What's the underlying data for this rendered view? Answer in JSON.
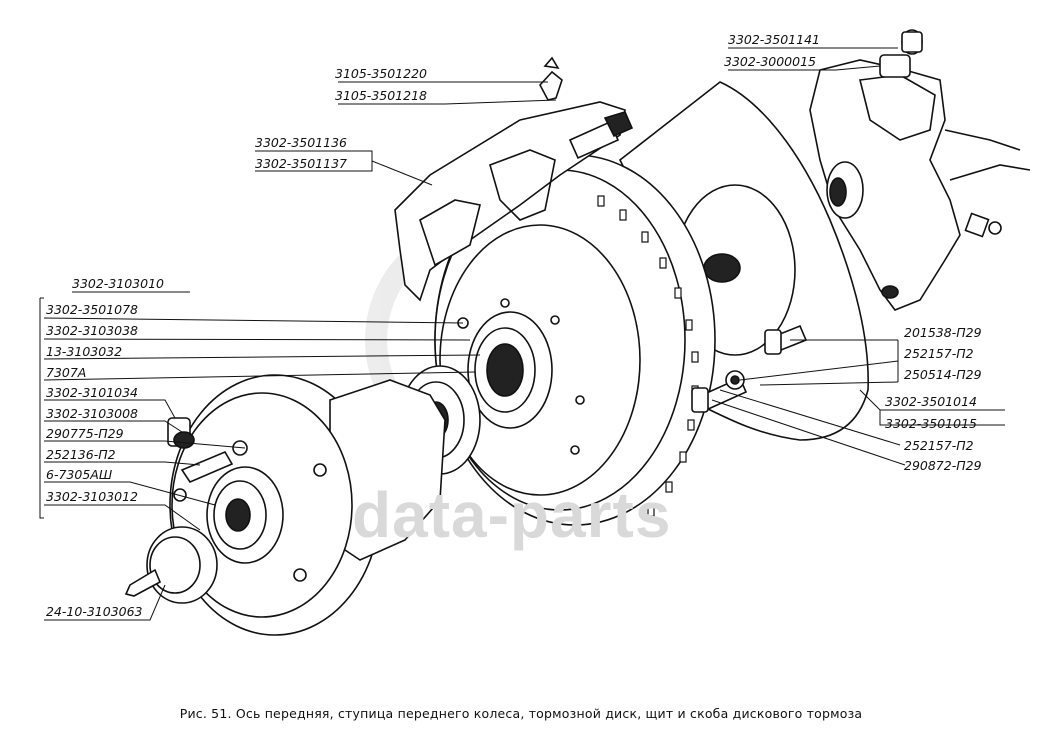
{
  "caption": "Рис. 51. Ось передняя, ступица переднего колеса, тормозной диск, щит и скоба дискового тормоза",
  "watermark": {
    "text": "data-parts",
    "logo_glyph": "dp"
  },
  "callouts": {
    "c3105_3501220": "3105-3501220",
    "c3105_3501218": "3105-3501218",
    "c3302_3501136": "3302-3501136",
    "c3302_3501137": "3302-3501137",
    "c3302_3501141": "3302-3501141",
    "c3302_3000015": "3302-3000015",
    "c3302_3103010": "3302-3103010",
    "c3302_3501078": "3302-3501078",
    "c3302_3103038": "3302-3103038",
    "c13_3103032": "13-3103032",
    "c7307A": "7307A",
    "c3302_3101034": "3302-3101034",
    "c3302_3103008": "3302-3103008",
    "c290775_P29": "290775-П29",
    "c252136_P2": "252136-П2",
    "c6_7305ASh": "6-7305АШ",
    "c3302_3103012": "3302-3103012",
    "c24_10_3103063": "24-10-3103063",
    "c201538_P29": "201538-П29",
    "c252157_P2_a": "252157-П2",
    "c250514_P29": "250514-П29",
    "c3302_3501014": "3302-3501014",
    "c3302_3501015": "3302-3501015",
    "c252157_P2_b": "252157-П2",
    "c290872_P29": "290872-П29"
  }
}
